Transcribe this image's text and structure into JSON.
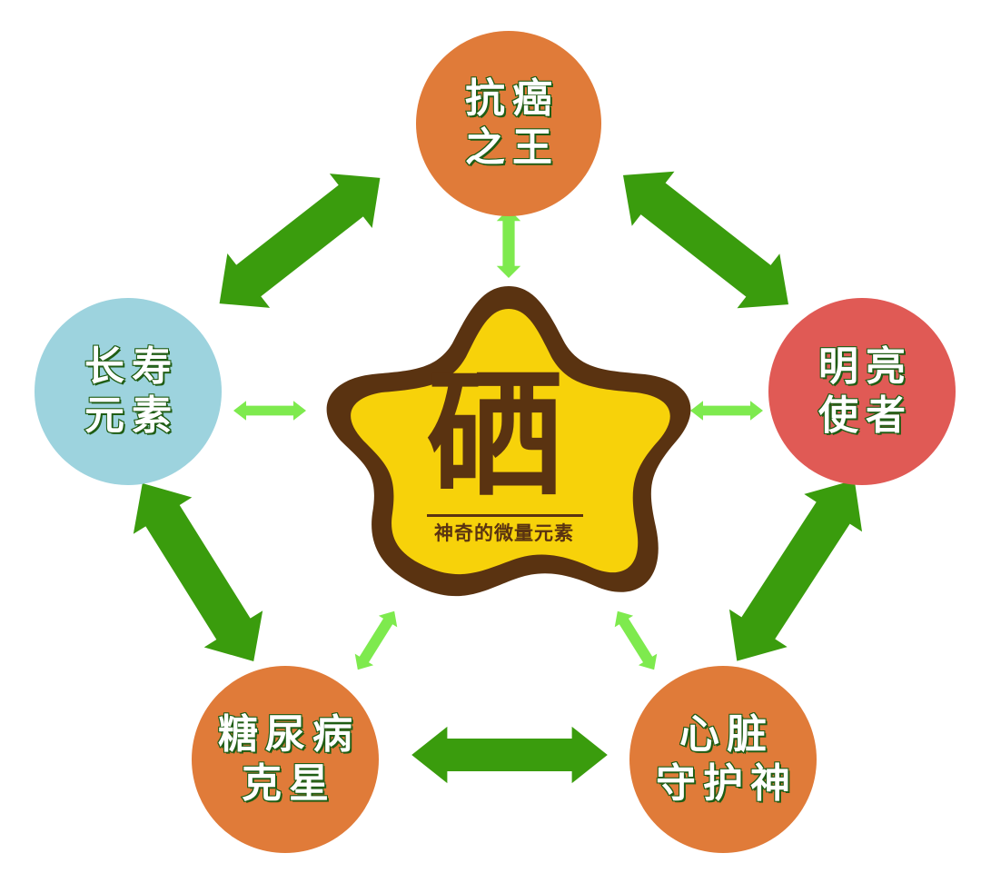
{
  "center": {
    "character": "硒",
    "subtitle": "神奇的微量元素",
    "shape": "rounded-star",
    "fill": "#f7d20a",
    "border": "#5a3311"
  },
  "nodes": [
    {
      "id": "top",
      "lines": [
        "抗癌",
        "之王"
      ],
      "color": "#e07b39"
    },
    {
      "id": "right",
      "lines": [
        "明亮",
        "使者"
      ],
      "color": "#e05a55"
    },
    {
      "id": "bottom-right",
      "lines": [
        "心脏",
        "守护神"
      ],
      "color": "#e07b39"
    },
    {
      "id": "bottom-left",
      "lines": [
        "糖尿病",
        "克星"
      ],
      "color": "#e07b39"
    },
    {
      "id": "left",
      "lines": [
        "长寿",
        "元素"
      ],
      "color": "#9dd3de"
    }
  ],
  "arrows": {
    "outer_color": "#3a9c0d",
    "inner_color": "#7eea4e",
    "outer": [
      {
        "from": "top",
        "to": "left"
      },
      {
        "from": "top",
        "to": "right"
      },
      {
        "from": "right",
        "to": "bottom-right"
      },
      {
        "from": "bottom-right",
        "to": "bottom-left"
      },
      {
        "from": "bottom-left",
        "to": "left"
      }
    ],
    "inner": [
      {
        "from": "center",
        "to": "top"
      },
      {
        "from": "center",
        "to": "right"
      },
      {
        "from": "center",
        "to": "bottom-right"
      },
      {
        "from": "center",
        "to": "bottom-left"
      },
      {
        "from": "center",
        "to": "left"
      }
    ]
  }
}
